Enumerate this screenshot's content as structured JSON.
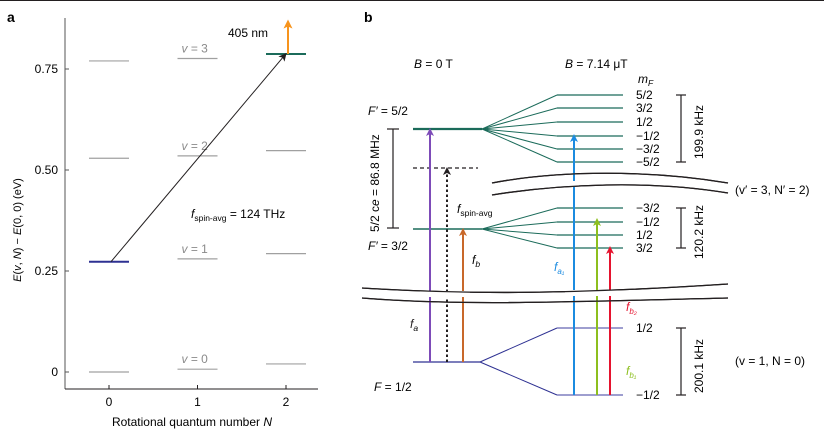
{
  "panel_a": {
    "label": "a",
    "yaxis_label_parts": [
      "E",
      "(",
      "v",
      ", ",
      "N",
      ") − ",
      "E",
      "(0, 0) (eV)"
    ],
    "xaxis_label": "Rotational quantum number ",
    "xaxis_label_var": "N",
    "yticks": [
      {
        "value": 0,
        "label": "0"
      },
      {
        "value": 0.25,
        "label": "0.25"
      },
      {
        "value": 0.5,
        "label": "0.50"
      },
      {
        "value": 0.75,
        "label": "0.75"
      }
    ],
    "xticks": [
      {
        "value": 0,
        "label": "0"
      },
      {
        "value": 1,
        "label": "1"
      },
      {
        "value": 2,
        "label": "2"
      }
    ],
    "ylim": [
      -0.04,
      0.86
    ],
    "xlim": [
      -0.5,
      2.5
    ],
    "levels": [
      {
        "N": 0,
        "v": 0,
        "energy": 0.0,
        "color": "#a0a0a0"
      },
      {
        "N": 0,
        "v": 1,
        "energy": 0.273,
        "color": "#2e3192"
      },
      {
        "N": 0,
        "v": 2,
        "energy": 0.529,
        "color": "#a0a0a0"
      },
      {
        "N": 0,
        "v": 3,
        "energy": 0.77,
        "color": "#a0a0a0"
      },
      {
        "N": 1,
        "v": 0,
        "energy": 0.007,
        "color": "#a0a0a0"
      },
      {
        "N": 1,
        "v": 1,
        "energy": 0.28,
        "color": "#a0a0a0"
      },
      {
        "N": 1,
        "v": 2,
        "energy": 0.535,
        "color": "#a0a0a0"
      },
      {
        "N": 1,
        "v": 3,
        "energy": 0.776,
        "color": "#a0a0a0"
      },
      {
        "N": 2,
        "v": 0,
        "energy": 0.02,
        "color": "#a0a0a0"
      },
      {
        "N": 2,
        "v": 1,
        "energy": 0.293,
        "color": "#a0a0a0"
      },
      {
        "N": 2,
        "v": 2,
        "energy": 0.548,
        "color": "#a0a0a0"
      },
      {
        "N": 2,
        "v": 3,
        "energy": 0.787,
        "color": "#1b6b5a"
      }
    ],
    "v_labels": [
      {
        "text": "v = 0",
        "N": 1,
        "energy": 0.007
      },
      {
        "text": "v = 1",
        "N": 1,
        "energy": 0.28
      },
      {
        "text": "v = 2",
        "N": 1,
        "energy": 0.535
      },
      {
        "text": "v = 3",
        "N": 1,
        "energy": 0.776
      }
    ],
    "transition": {
      "from": {
        "N": 0,
        "energy": 0.273
      },
      "to": {
        "N": 2,
        "energy": 0.787
      }
    },
    "transition_label_f": "f",
    "transition_label_sub": "spin-avg",
    "transition_label_value": " = 124 THz",
    "ionization_label": "405 nm",
    "ionization_color": "#f7941d"
  },
  "panel_b": {
    "label": "b",
    "field_zero": {
      "var": "B",
      "text": " = 0 T"
    },
    "field_nonzero": {
      "var": "B",
      "text": " = 7.14 μT"
    },
    "mF_header_var": "m",
    "mF_header_sub": "F",
    "upper_F52_label": {
      "var": "F′",
      "text": " = 5/2"
    },
    "upper_F32_label": {
      "var": "F′",
      "text": " = 3/2"
    },
    "lower_F12_label": {
      "var": "F",
      "text": " = 1/2"
    },
    "hyperfine_split_label": "5/2 c",
    "hyperfine_split_sub": "e",
    "hyperfine_split_value": " = 86.8 MHz",
    "upper_manifold_label": "(v′ = 3, N′ = 2)",
    "lower_manifold_label": "(v = 1, N = 0)",
    "mF_F52": [
      "5/2",
      "3/2",
      "1/2",
      "−1/2",
      "−3/2",
      "−5/2"
    ],
    "mF_F32": [
      "−3/2",
      "−1/2",
      "1/2",
      "3/2"
    ],
    "mF_F12": [
      "1/2",
      "−1/2"
    ],
    "split_F52": "199.9 kHz",
    "split_F32": "120.2 kHz",
    "split_F12": "200.1 kHz",
    "transitions": [
      {
        "name": "f_a",
        "label": "f",
        "sub": "a",
        "color": "#7d4bb8"
      },
      {
        "name": "f_spin_avg",
        "label": "f",
        "sub": "spin-avg",
        "color": "#231f20"
      },
      {
        "name": "f_b",
        "label": "f",
        "sub": "b",
        "color": "#c8682a"
      },
      {
        "name": "f_a1",
        "label": "f",
        "sub": "a₁",
        "color": "#1b8be0"
      },
      {
        "name": "f_b1",
        "label": "f",
        "sub": "b₁",
        "color": "#8dbf1e"
      },
      {
        "name": "f_b2",
        "label": "f",
        "sub": "b₂",
        "color": "#e5132e"
      }
    ],
    "colors": {
      "upper_level": "#1b6b5a",
      "lower_level": "#2e3192",
      "lower_zeeman": "#7f7fbf"
    }
  }
}
